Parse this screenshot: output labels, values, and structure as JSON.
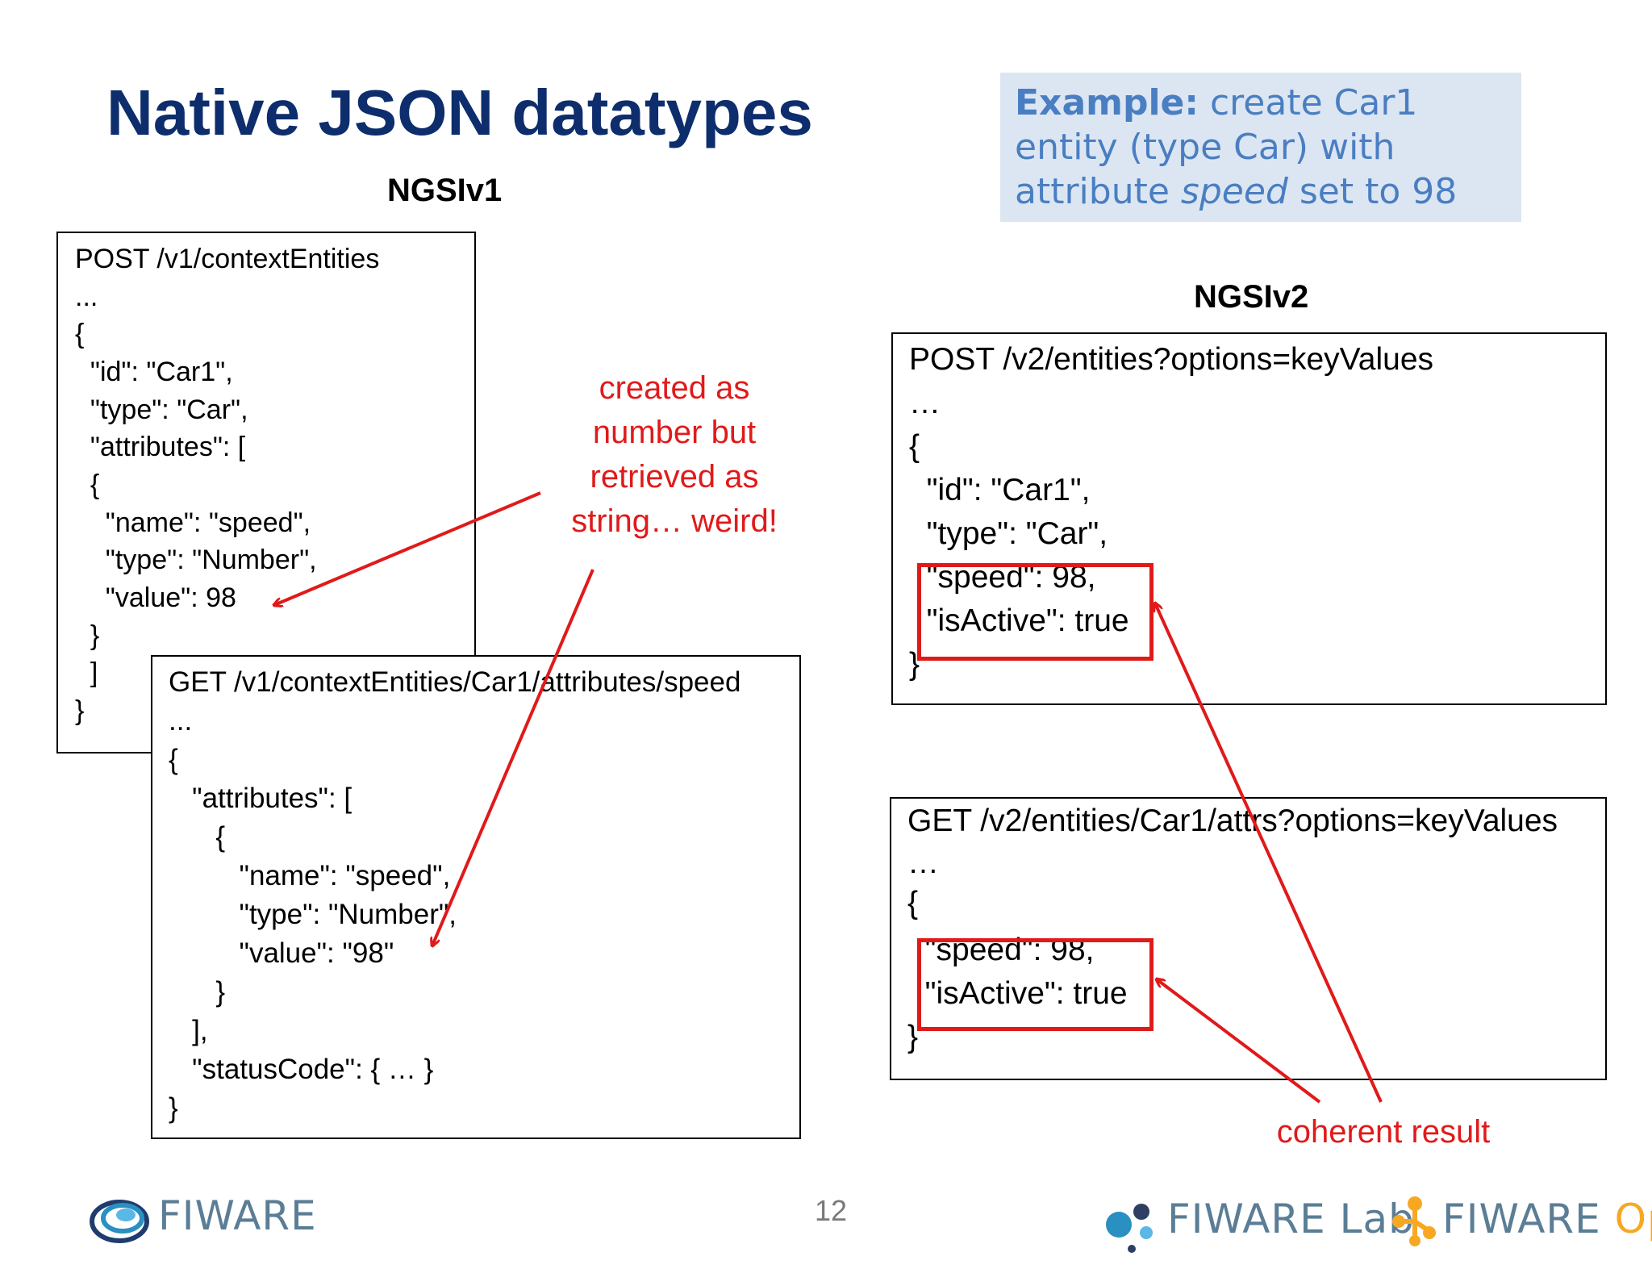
{
  "title": "Native JSON datatypes",
  "example": {
    "label": "Example:",
    "line1_rest": " create Car1",
    "line2": "entity (type Car) with",
    "line3_pre": "attribute ",
    "line3_italic": "speed",
    "line3_post": " set to 98"
  },
  "ngsiv1": {
    "label": "NGSIv1",
    "create_request": [
      "POST /v1/contextEntities",
      "...",
      "{",
      "  \"id\": \"Car1\",",
      "  \"type\": \"Car\",",
      "  \"attributes\": [",
      "  {",
      "    \"name\": \"speed\",",
      "    \"type\": \"Number\",",
      "    \"value\": 98",
      "  }",
      "  ]",
      "}"
    ],
    "retrieve_request": [
      "GET /v1/contextEntities/Car1/attributes/speed",
      "...",
      "{",
      "   \"attributes\": [",
      "      {",
      "         \"name\": \"speed\",",
      "         \"type\": \"Number\",",
      "         \"value\": \"98\"",
      "      }",
      "   ],",
      "   \"statusCode\": { … }",
      "}"
    ]
  },
  "ngsiv2": {
    "label": "NGSIv2",
    "create_request": [
      "POST /v2/entities?options=keyValues",
      "…",
      "{",
      "  \"id\": \"Car1\",",
      "  \"type\": \"Car\",",
      "  \"speed\": 98,",
      "  \"isActive\": true",
      "}"
    ],
    "retrieve_request": [
      "GET /v2/entities/Car1/attrs?options=keyValues",
      "…",
      "{",
      "  \"speed\": 98,",
      "  \"isActive\": true",
      "}"
    ]
  },
  "callouts": {
    "weird": [
      "created as",
      "number but",
      "retrieved as",
      "string… weird!"
    ],
    "coherent": "coherent result"
  },
  "page_number": "12",
  "logos": {
    "fiware": "FIWARE",
    "fiware_lab": "FIWARE Lab",
    "fiware_ops_word1": "FIWARE",
    "fiware_ops_word2": " Ops"
  },
  "colors": {
    "title": "#0d2d6c",
    "example_bg": "#dce6f2",
    "example_text": "#4a7ec2",
    "accent_red": "#e01a1a",
    "logo_blue": "#5b7d96",
    "logo_orange": "#f7a823"
  }
}
